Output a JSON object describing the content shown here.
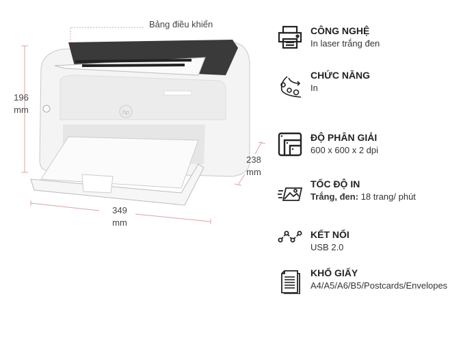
{
  "product_image": {
    "control_panel_label": "Bảng điều khiển",
    "height": {
      "value": "196",
      "unit": "mm"
    },
    "depth": {
      "value": "238",
      "unit": "mm"
    },
    "width": {
      "value": "349",
      "unit": "mm"
    },
    "brand_logo": "hp",
    "dimension_line_color": "#d9a4a4"
  },
  "specs": [
    {
      "icon": "printer-icon",
      "title": "CÔNG NGHỆ",
      "value": "In laser trắng đen"
    },
    {
      "icon": "gears-function-icon",
      "title": "CHỨC NĂNG",
      "value": "In"
    },
    {
      "icon": "resolution-icon",
      "title": "ĐỘ PHÂN GIẢI",
      "value": "600 x 600 x 2 dpi"
    },
    {
      "icon": "print-speed-icon",
      "title": "TỐC ĐỘ IN",
      "value_label": "Trắng, đen:",
      "value": "18 trang/ phút"
    },
    {
      "icon": "connection-icon",
      "title": "KẾT NỐI",
      "value": "USB 2.0"
    },
    {
      "icon": "paper-size-icon",
      "title": "KHỔ GIẤY",
      "value": "A4/A5/A6/B5/Postcards/Envelopes"
    }
  ]
}
